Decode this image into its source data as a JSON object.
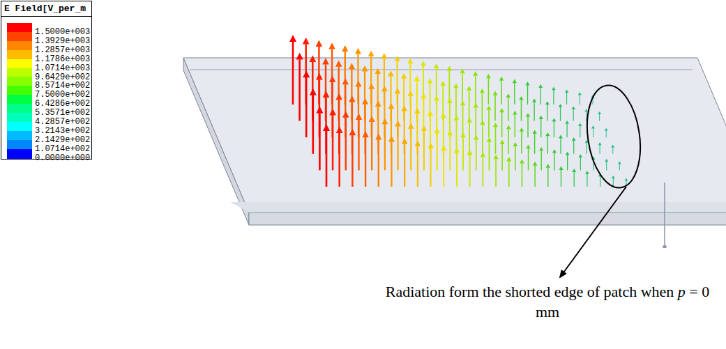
{
  "diagram": {
    "title": "E Field[V_per_m",
    "labels": [
      "Radiation form the shorted edge of patch when p = 0 mm"
    ],
    "legend": [
      {
        "text": "1.5000e+003",
        "color": "#ff0000"
      },
      {
        "text": "1.3929e+003",
        "color": "#ff4400"
      },
      {
        "text": "1.2857e+003",
        "color": "#ff8800"
      },
      {
        "text": "1.1786e+003",
        "color": "#ffbb00"
      },
      {
        "text": "1.0714e+003",
        "color": "#ffff00"
      },
      {
        "text": "9.6429e+002",
        "color": "#bbff00"
      },
      {
        "text": "8.5714e+002",
        "color": "#88ff00"
      },
      {
        "text": "7.5000e+002",
        "color": "#44ff00"
      },
      {
        "text": "6.4286e+002",
        "color": "#00ff44"
      },
      {
        "text": "5.3571e+002",
        "color": "#00ff88"
      },
      {
        "text": "4.2857e+002",
        "color": "#00ffbb"
      },
      {
        "text": "3.2143e+002",
        "color": "#00ffff"
      },
      {
        "text": "2.1429e+002",
        "color": "#00bbff"
      },
      {
        "text": "1.0714e+002",
        "color": "#0088ff"
      },
      {
        "text": "0.0000e+000",
        "color": "#0000ff"
      }
    ]
  }
}
